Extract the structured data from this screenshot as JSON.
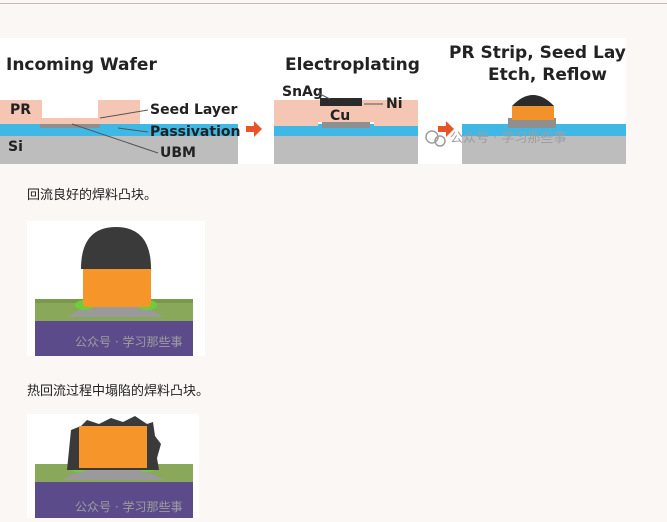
{
  "figure1": {
    "stage1_title": "Incoming Wafer",
    "stage2_title": "Electroplating",
    "stage3_title_line1": "PR Strip, Seed Layer",
    "stage3_title_line2": "Etch, Reflow",
    "labels": {
      "pr": "PR",
      "si": "Si",
      "seed_layer": "Seed Layer",
      "passivation": "Passivation",
      "ubm": "UBM",
      "snag": "SnAg",
      "ni": "Ni",
      "cu": "Cu"
    },
    "watermark": "公众号 · 学习那些事"
  },
  "caption1": "回流良好的焊料凸块。",
  "caption2": "热回流过程中塌陷的焊料凸块。",
  "panel_watermark": "公众号 · 学习那些事",
  "colors": {
    "pr": "#f5c6b4",
    "passivation": "#3fb8e6",
    "ubm": "#8f8f8f",
    "si": "#bdbdbd",
    "solder": "#3a3a3a",
    "cu": "#f2922a",
    "arrow": "#e8542a"
  }
}
